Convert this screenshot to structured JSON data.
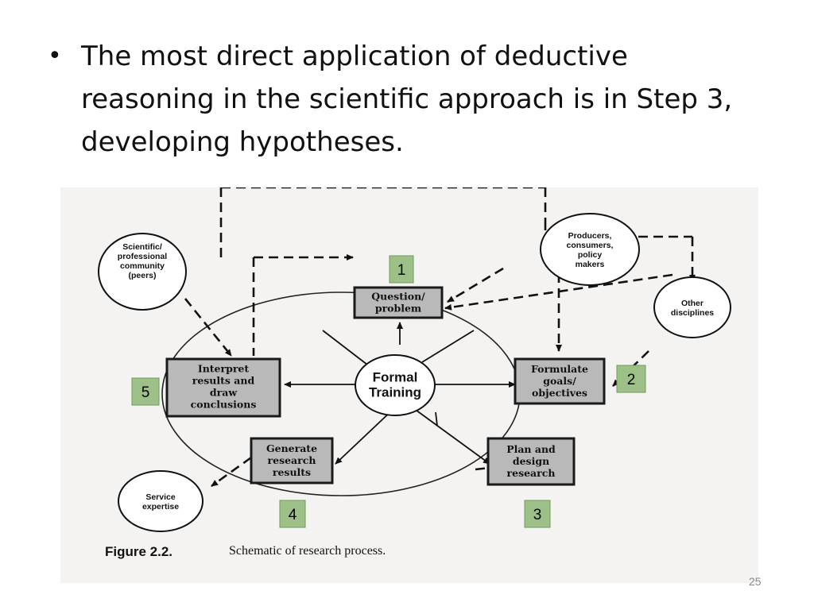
{
  "slide": {
    "bullet": "The most direct application of deductive reasoning in the scientific approach is in Step 3, developing hypotheses.",
    "page_number": "25"
  },
  "diagram": {
    "center": "Formal Training",
    "boxes": {
      "question": "Question/ problem",
      "formulate": "Formulate goals/ objectives",
      "plan": "Plan and design research",
      "generate": "Generate research results",
      "interpret": "Interpret results and draw conclusions"
    },
    "circles": {
      "scientific": "Scientific/ professional community (peers)",
      "producers": "Producers, consumers, policy makers",
      "other": "Other disciplines",
      "service": "Service expertise"
    },
    "step_labels": {
      "step1": "1",
      "step2": "2",
      "step3": "3",
      "step4": "4",
      "step5": "5"
    },
    "caption_bold": "Figure 2.2.",
    "caption_text": "Schematic of research process.",
    "colors": {
      "step_badge": "#9dc088",
      "box_fill": "#b9b9b9",
      "box_border": "#1a1a1a",
      "scan_background": "#f4f3f1"
    }
  }
}
